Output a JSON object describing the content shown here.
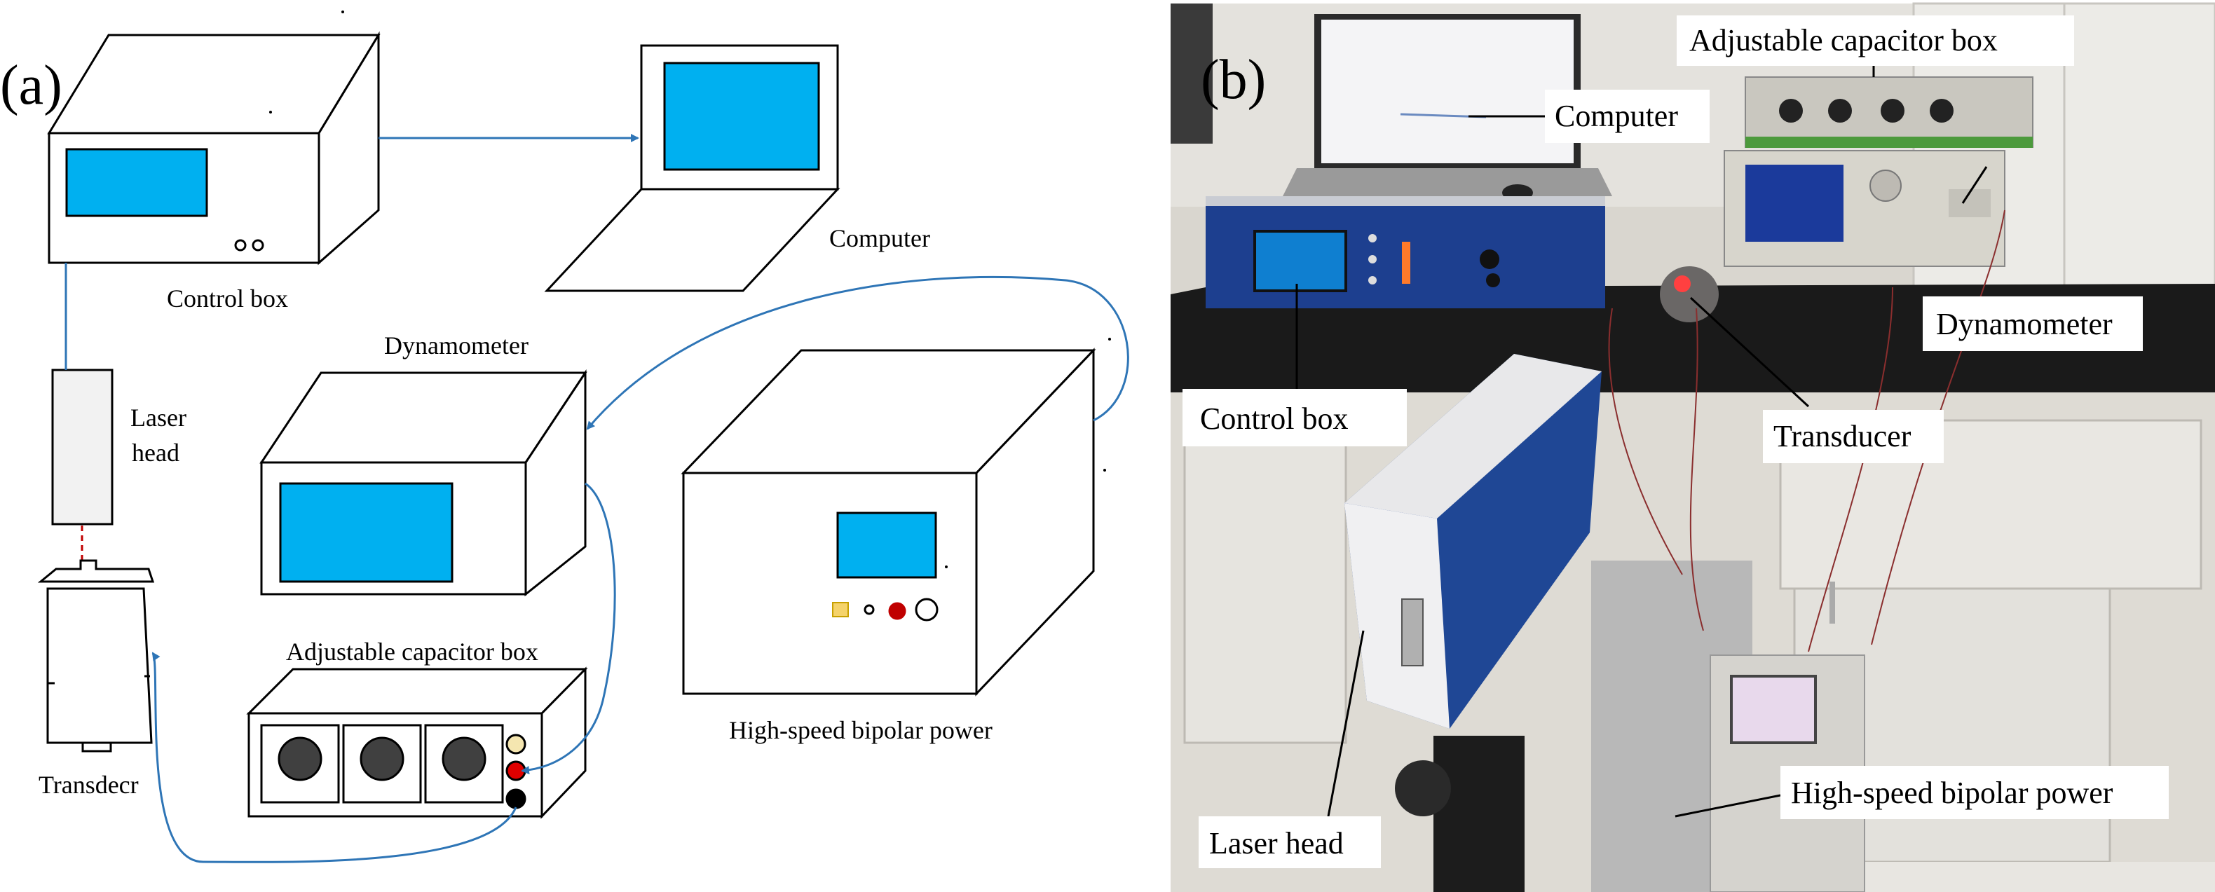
{
  "panel_a": {
    "letter": "(a)",
    "labels": {
      "control_box": "Control box",
      "computer": "Computer",
      "laser_head_1": "Laser",
      "laser_head_2": "head",
      "dynamometer": "Dynamometer",
      "transducer": "Transdecr",
      "capacitor_box": "Adjustable capacitor box",
      "power": "High-speed bipolar power"
    }
  },
  "panel_b": {
    "letter": "(b)",
    "labels": {
      "capacitor_box": "Adjustable capacitor box",
      "computer": "Computer",
      "dynamometer": "Dynamometer",
      "control_box": "Control box",
      "transducer": "Transducer",
      "laser_head": "Laser head",
      "power": "High-speed bipolar power"
    }
  },
  "colors": {
    "screen": "#00b0f0",
    "wire": "#2e75b6",
    "laser": "#c00000",
    "knob": "#404040",
    "red_terminal": "#e00000",
    "yellow_terminal": "#f5e6b0",
    "bench": "#e8e6e1"
  }
}
